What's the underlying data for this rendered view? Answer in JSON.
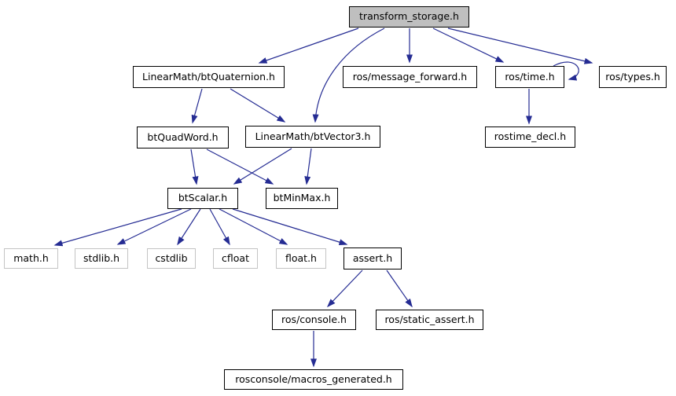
{
  "diagram": {
    "type": "include-dependency-graph",
    "root_file": "transform_storage.h",
    "colors": {
      "edge": "#252c93",
      "node_border": "#000000",
      "leaf_node_border": "#c4c4c4",
      "root_node_fill": "#bfbfbf",
      "node_fill": "#ffffff",
      "text": "#000000",
      "background": "#ffffff"
    }
  },
  "nodes": [
    {
      "id": "transform_storage",
      "label": "transform_storage.h"
    },
    {
      "id": "btQuaternion",
      "label": "LinearMath/btQuaternion.h"
    },
    {
      "id": "message_forward",
      "label": "ros/message_forward.h"
    },
    {
      "id": "ros_time",
      "label": "ros/time.h"
    },
    {
      "id": "ros_types",
      "label": "ros/types.h"
    },
    {
      "id": "btQuadWord",
      "label": "btQuadWord.h"
    },
    {
      "id": "btVector3",
      "label": "LinearMath/btVector3.h"
    },
    {
      "id": "rostime_decl",
      "label": "rostime_decl.h"
    },
    {
      "id": "btScalar",
      "label": "btScalar.h"
    },
    {
      "id": "btMinMax",
      "label": "btMinMax.h"
    },
    {
      "id": "math_h",
      "label": "math.h"
    },
    {
      "id": "stdlib_h",
      "label": "stdlib.h"
    },
    {
      "id": "cstdlib",
      "label": "cstdlib"
    },
    {
      "id": "cfloat",
      "label": "cfloat"
    },
    {
      "id": "float_h",
      "label": "float.h"
    },
    {
      "id": "assert_h",
      "label": "assert.h"
    },
    {
      "id": "ros_console",
      "label": "ros/console.h"
    },
    {
      "id": "ros_static_assert",
      "label": "ros/static_assert.h"
    },
    {
      "id": "macros_generated",
      "label": "rosconsole/macros_generated.h"
    }
  ],
  "edges": [
    {
      "from": "transform_storage.h",
      "to": "LinearMath/btQuaternion.h"
    },
    {
      "from": "transform_storage.h",
      "to": "LinearMath/btVector3.h"
    },
    {
      "from": "transform_storage.h",
      "to": "ros/message_forward.h"
    },
    {
      "from": "transform_storage.h",
      "to": "ros/time.h"
    },
    {
      "from": "transform_storage.h",
      "to": "ros/types.h"
    },
    {
      "from": "LinearMath/btQuaternion.h",
      "to": "btQuadWord.h"
    },
    {
      "from": "LinearMath/btQuaternion.h",
      "to": "LinearMath/btVector3.h"
    },
    {
      "from": "btQuadWord.h",
      "to": "btScalar.h"
    },
    {
      "from": "btQuadWord.h",
      "to": "btMinMax.h"
    },
    {
      "from": "LinearMath/btVector3.h",
      "to": "btScalar.h"
    },
    {
      "from": "LinearMath/btVector3.h",
      "to": "btMinMax.h"
    },
    {
      "from": "btScalar.h",
      "to": "math.h"
    },
    {
      "from": "btScalar.h",
      "to": "stdlib.h"
    },
    {
      "from": "btScalar.h",
      "to": "cstdlib"
    },
    {
      "from": "btScalar.h",
      "to": "cfloat"
    },
    {
      "from": "btScalar.h",
      "to": "float.h"
    },
    {
      "from": "btScalar.h",
      "to": "assert.h"
    },
    {
      "from": "assert.h",
      "to": "ros/console.h"
    },
    {
      "from": "assert.h",
      "to": "ros/static_assert.h"
    },
    {
      "from": "ros/console.h",
      "to": "rosconsole/macros_generated.h"
    },
    {
      "from": "ros/time.h",
      "to": "rostime_decl.h"
    },
    {
      "from": "ros/time.h",
      "to": "ros/time.h"
    }
  ]
}
